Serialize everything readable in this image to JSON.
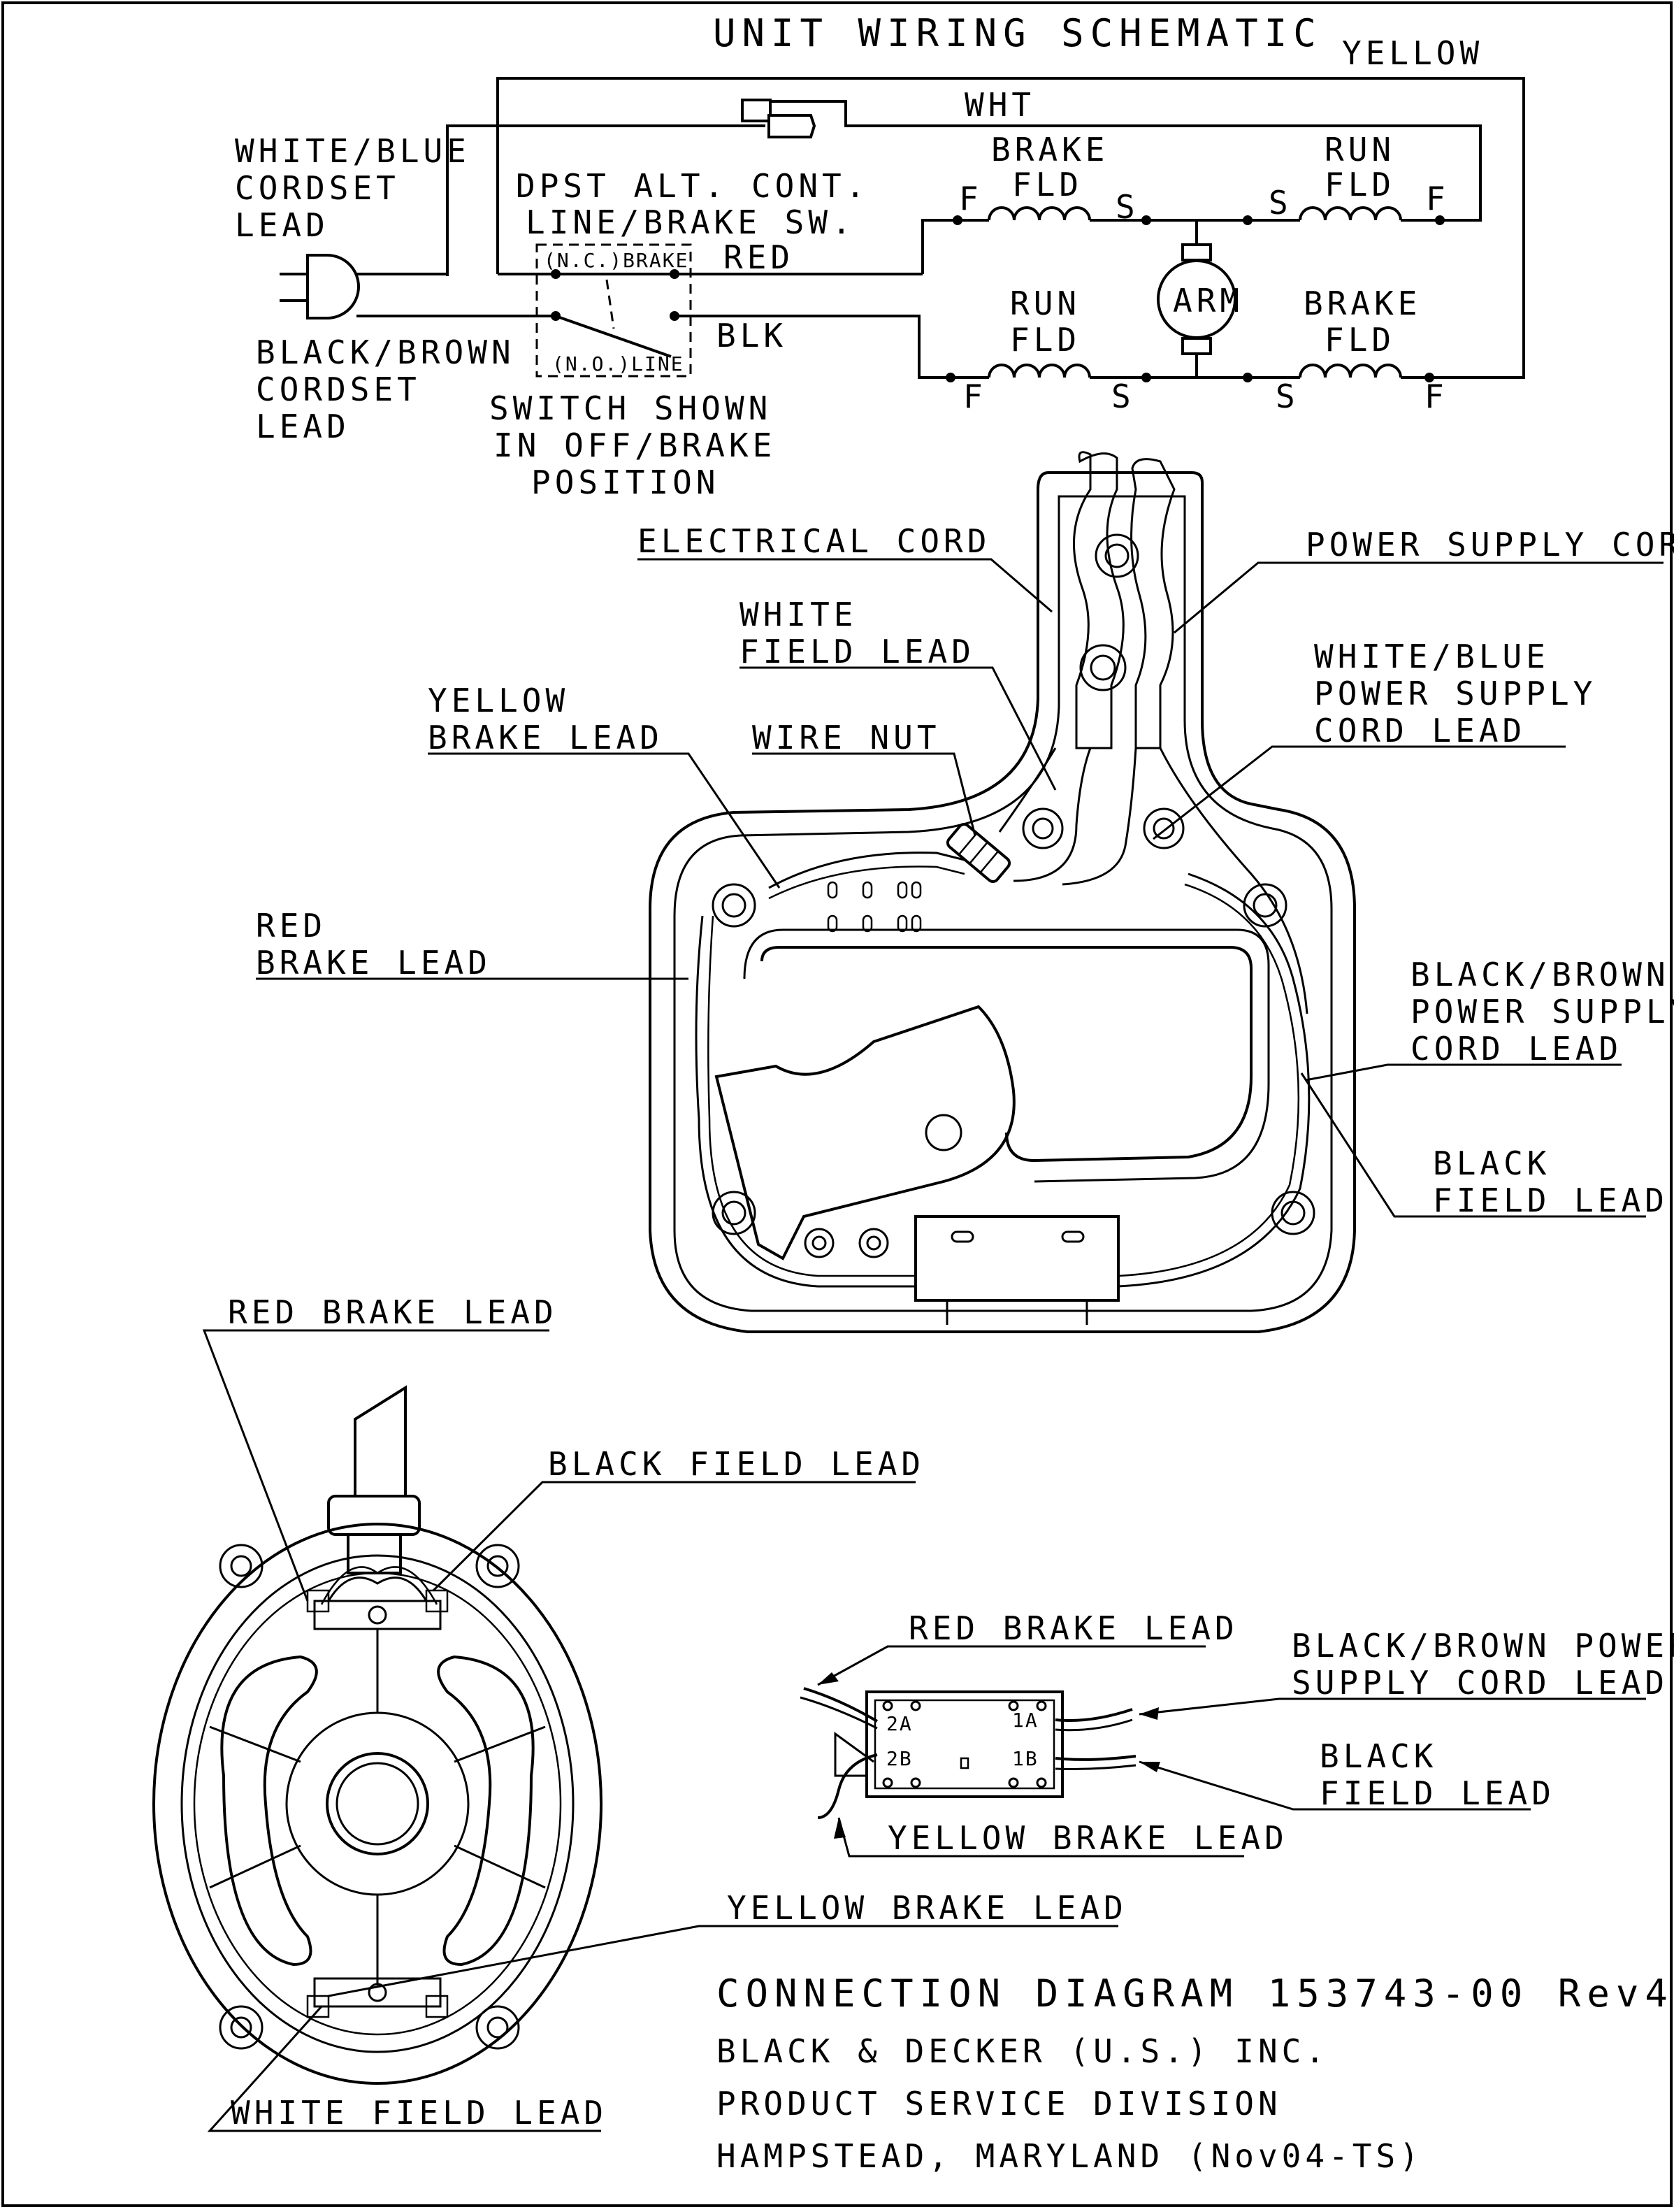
{
  "schematic": {
    "title": "UNIT WIRING SCHEMATIC",
    "yellow": "YELLOW",
    "wht": "WHT",
    "white_blue_cordset_lead": [
      "WHITE/BLUE",
      "CORDSET",
      "LEAD"
    ],
    "black_brown_cordset_lead": [
      "BLACK/BROWN",
      "CORDSET",
      "LEAD"
    ],
    "switch_desc": [
      "DPST ALT. CONT.",
      "LINE/BRAKE SW."
    ],
    "nc_brake": "(N.C.)BRAKE",
    "no_line": "(N.O.)LINE",
    "red": "RED",
    "blk": "BLK",
    "switch_note": [
      "SWITCH SHOWN",
      "IN OFF/BRAKE",
      "POSITION"
    ],
    "brake_fld_top": [
      "BRAKE",
      "FLD"
    ],
    "run_fld_top": [
      "RUN",
      "FLD"
    ],
    "run_fld_bottom": [
      "RUN",
      "FLD"
    ],
    "brake_fld_bottom": [
      "BRAKE",
      "FLD"
    ],
    "arm": "ARM",
    "f": "F",
    "s": "S"
  },
  "housing": {
    "electrical_cord": "ELECTRICAL CORD",
    "power_supply_cord": "POWER SUPPLY CORD",
    "white_field_lead": [
      "WHITE",
      "FIELD LEAD"
    ],
    "white_blue_psc_lead": [
      "WHITE/BLUE",
      "POWER SUPPLY",
      "CORD LEAD"
    ],
    "yellow_brake_lead": [
      "YELLOW",
      "BRAKE LEAD"
    ],
    "wire_nut": "WIRE NUT",
    "red_brake_lead": [
      "RED",
      "BRAKE LEAD"
    ],
    "black_brown_psc_lead": [
      "BLACK/BROWN",
      "POWER SUPPLY",
      "CORD LEAD"
    ],
    "black_field_lead": [
      "BLACK",
      "FIELD LEAD"
    ]
  },
  "motor": {
    "red_brake_lead": "RED BRAKE LEAD",
    "black_field_lead": "BLACK FIELD LEAD",
    "yellow_brake_lead": "YELLOW BRAKE LEAD",
    "white_field_lead": "WHITE FIELD LEAD"
  },
  "switch_detail": {
    "red_brake_lead": "RED BRAKE LEAD",
    "black_brown_psc_lead": [
      "BLACK/BROWN POWER",
      "SUPPLY CORD LEAD"
    ],
    "black_field_lead": [
      "BLACK",
      "FIELD LEAD"
    ],
    "yellow_brake_lead": "YELLOW BRAKE LEAD",
    "terminals": [
      "2A",
      "2B",
      "1A",
      "1B"
    ]
  },
  "title_block": {
    "line1": "CONNECTION DIAGRAM 153743-00 Rev4",
    "line2": "BLACK & DECKER (U.S.) INC.",
    "line3": "PRODUCT SERVICE DIVISION",
    "line4": "HAMPSTEAD, MARYLAND (Nov04-TS)"
  }
}
